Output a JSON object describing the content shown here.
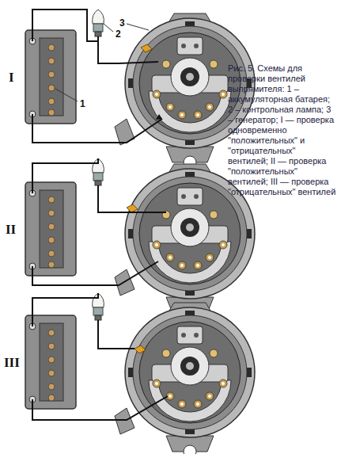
{
  "diagram": {
    "caption": "Рис. 5. Схемы для проверки вентилей выпрямителя: 1 – аккумуляторная батарея; 2 – контрольная лампа; 3 – генератор; I — проверка одновременно \"положительных\" и \"отрицательных\" вентилей; II — проверка \"положительных\" вентилей; III — проверка \"отрицательных\" вентилей",
    "labels": [
      "1",
      "2",
      "3",
      "I",
      "II",
      "III"
    ]
  }
}
